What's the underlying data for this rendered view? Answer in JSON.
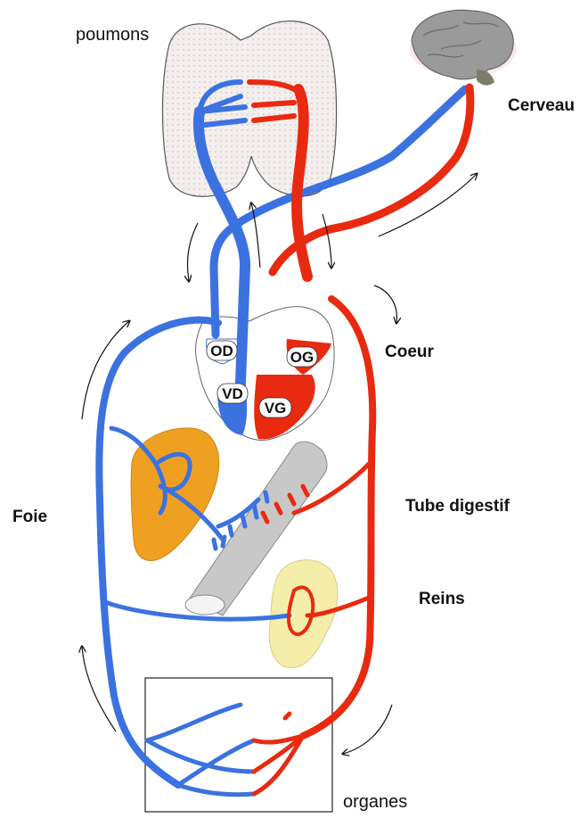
{
  "labels": {
    "lungs": "poumons",
    "brain": "Cerveau",
    "heart": "Coeur",
    "liver": "Foie",
    "digestive": "Tube digestif",
    "kidneys": "Reins",
    "organs": "organes"
  },
  "chambers": {
    "right_atrium": "OD",
    "left_atrium": "OG",
    "right_ventricle": "VD",
    "left_ventricle": "VG"
  },
  "colors": {
    "deoxygenated": "#3b72e0",
    "oxygenated": "#e82a10",
    "liver": "#f0a020",
    "kidney": "#f5eeaa",
    "intestine": "#c8c8c8",
    "lungs": "#f1eeee"
  },
  "icons": {
    "brain": "brain-icon",
    "flow_arrows": "circular-arrow"
  }
}
